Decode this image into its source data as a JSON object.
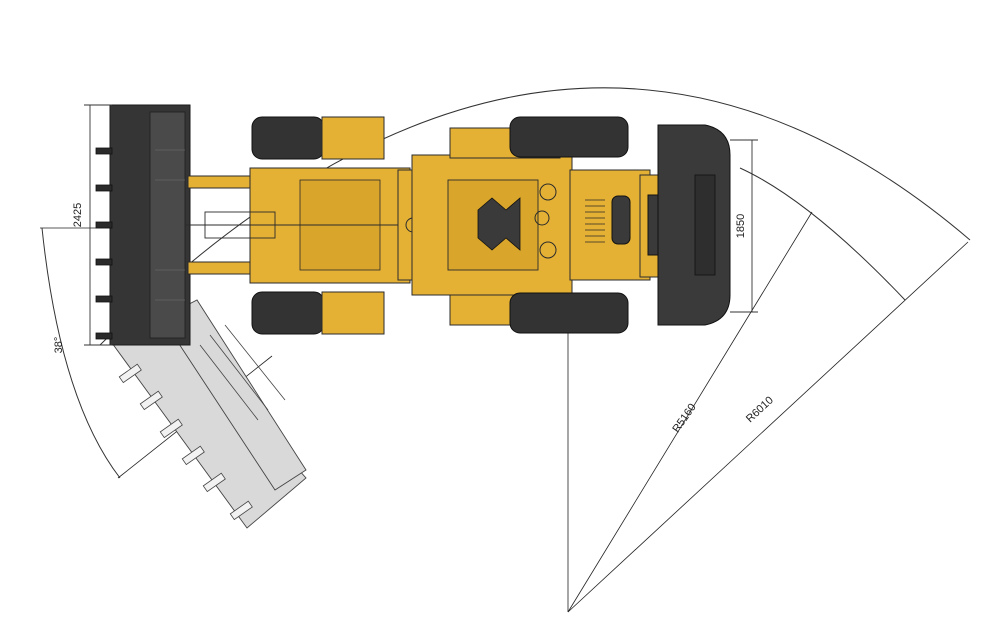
{
  "colors": {
    "machine_body": "#e5b134",
    "machine_dark": "#3a3a3a",
    "tire": "#333333",
    "bucket_turned": "#d6d6d6",
    "line": "#333333"
  },
  "dimensions": {
    "bucket_width": "2425",
    "rear_width": "1850",
    "turning_radius_inner": "R5160",
    "turning_radius_outer": "R6010",
    "articulation_angle": "38°"
  }
}
